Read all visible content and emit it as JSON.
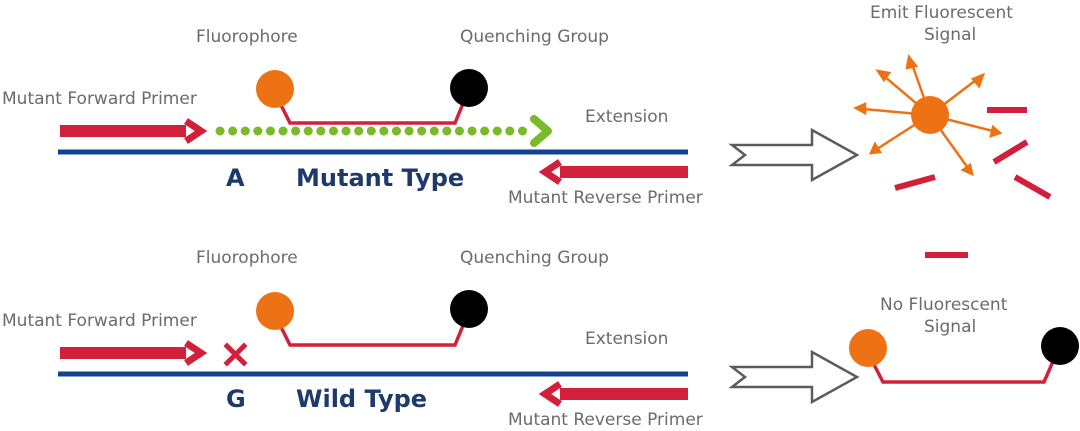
{
  "colors": {
    "dna_strand": "#13438f",
    "primer": "#d2203a",
    "fluorophore": "#ee7214",
    "quencher": "#000000",
    "extension": "#7ab927",
    "blocked_mark": "#d2203a",
    "label_text": "#6b6b6b",
    "type_text": "#1d3a6b"
  },
  "icons": {
    "process_arrow": "hollow-right-arrow-icon",
    "fluorophore": "orange-circle-icon",
    "quencher": "black-circle-icon",
    "blocked": "x-mark-icon",
    "emission": "radiating-arrows-icon"
  },
  "mutant_panel": {
    "fluorophore_label": "Fluorophore",
    "quencher_label": "Quenching Group",
    "forward_primer_label": "Mutant Forward Primer",
    "extension_label": "Extension",
    "base_label": "A",
    "type_label": "Mutant Type",
    "reverse_primer_label": "Mutant Reverse Primer",
    "result_label_line1": "Emit Fluorescent",
    "result_label_line2": "Signal"
  },
  "wild_panel": {
    "fluorophore_label": "Fluorophore",
    "quencher_label": "Quenching Group",
    "forward_primer_label": "Mutant Forward Primer",
    "extension_label": "Extension",
    "base_label": "G",
    "type_label": "Wild Type",
    "reverse_primer_label": "Mutant Reverse Primer",
    "result_label_line1": "No Fluorescent",
    "result_label_line2": "Signal"
  }
}
